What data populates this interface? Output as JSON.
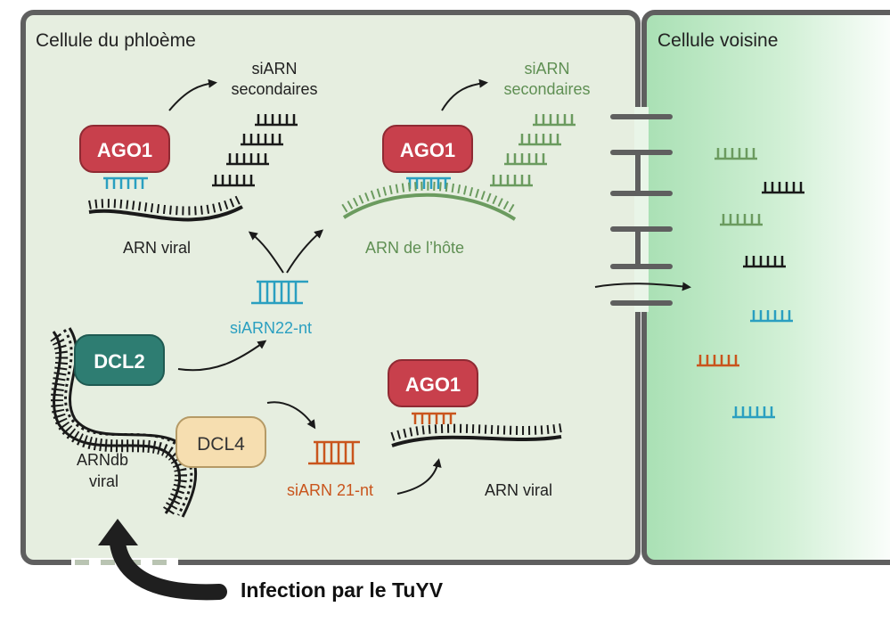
{
  "cells": {
    "phloem_label": "Cellule du phloème",
    "neighbor_label": "Cellule voisine"
  },
  "proteins": {
    "ago1_top_left": "AGO1",
    "ago1_top_right": "AGO1",
    "ago1_bottom": "AGO1",
    "dcl2": "DCL2",
    "dcl4": "DCL4"
  },
  "labels": {
    "sirna_secondary_black_1": "siARN",
    "sirna_secondary_black_2": "secondaires",
    "sirna_secondary_green_1": "siARN",
    "sirna_secondary_green_2": "secondaires",
    "viral_rna_top": "ARN viral",
    "host_rna": "ARN de l’hôte",
    "sirna22": "siARN22-nt",
    "sirna21": "siARN 21-nt",
    "dsrna_1": "ARNdb",
    "dsrna_2": "viral",
    "viral_rna_bottom": "ARN viral",
    "infection": "Infection par le TuYV"
  },
  "colors": {
    "phloem_fill": "#e6eee0",
    "wall": "#5f5f5f",
    "neighbor_green": "#bfe8c6",
    "ago1_red": "#c8404c",
    "dcl2_teal": "#2e7d72",
    "dcl4_cream": "#f6deb0",
    "sirna22_blue": "#2a9fc0",
    "sirna21_orange": "#c9551d",
    "host_green": "#6b9b5f",
    "black": "#1a1a1a"
  }
}
